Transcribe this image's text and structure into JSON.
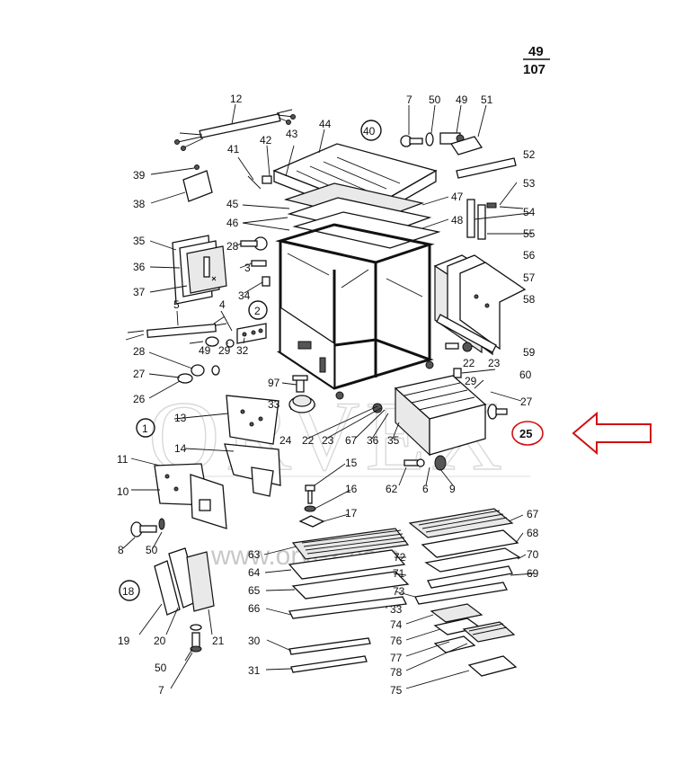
{
  "page_number": {
    "top": "49",
    "bottom": "107"
  },
  "watermark": {
    "brand": "ORVEX",
    "url": "www.orvex.com"
  },
  "group_labels": [
    "40",
    "2",
    "1",
    "18"
  ],
  "highlighted_part": "25",
  "part_labels": {
    "p12": "12",
    "p7": "7",
    "p50a": "50",
    "p49a": "49",
    "p51": "51",
    "p44": "44",
    "p41": "41",
    "p42": "42",
    "p43": "43",
    "p39": "39",
    "p38": "38",
    "p45": "45",
    "p46": "46",
    "p47": "47",
    "p48": "48",
    "p52": "52",
    "p53": "53",
    "p54": "54",
    "p55": "55",
    "p56": "56",
    "p57": "57",
    "p58": "58",
    "p59": "59",
    "p35": "35",
    "p36": "36",
    "p37": "37",
    "p28a": "28",
    "p3": "3",
    "p34": "34",
    "p5": "5",
    "p4": "4",
    "p49b": "49",
    "p29": "29",
    "p32": "32",
    "p28b": "28",
    "p27a": "27",
    "p26": "26",
    "p22a": "22",
    "p23a": "23",
    "p60": "60",
    "p27b": "27",
    "p29b": "29",
    "p97": "97",
    "p33a": "33",
    "p13": "13",
    "p14": "14",
    "p24": "24",
    "p22b": "22",
    "p23b": "23",
    "p67a": "67",
    "p36b": "36",
    "p35b": "35",
    "p11": "11",
    "p10": "10",
    "p8": "8",
    "p50b": "50",
    "p15": "15",
    "p16": "16",
    "p17": "17",
    "p62": "62",
    "p6": "6",
    "p9": "9",
    "p67b": "67",
    "p68": "68",
    "p70": "70",
    "p69": "69",
    "p63": "63",
    "p64": "64",
    "p65": "65",
    "p66": "66",
    "p72": "72",
    "p71": "71",
    "p73": "73",
    "p33b": "33",
    "p74": "74",
    "p76": "76",
    "p77": "77",
    "p78": "78",
    "p75": "75",
    "p19": "19",
    "p20": "20",
    "p21": "21",
    "p50c": "50",
    "p7b": "7",
    "p30": "30",
    "p31": "31"
  }
}
